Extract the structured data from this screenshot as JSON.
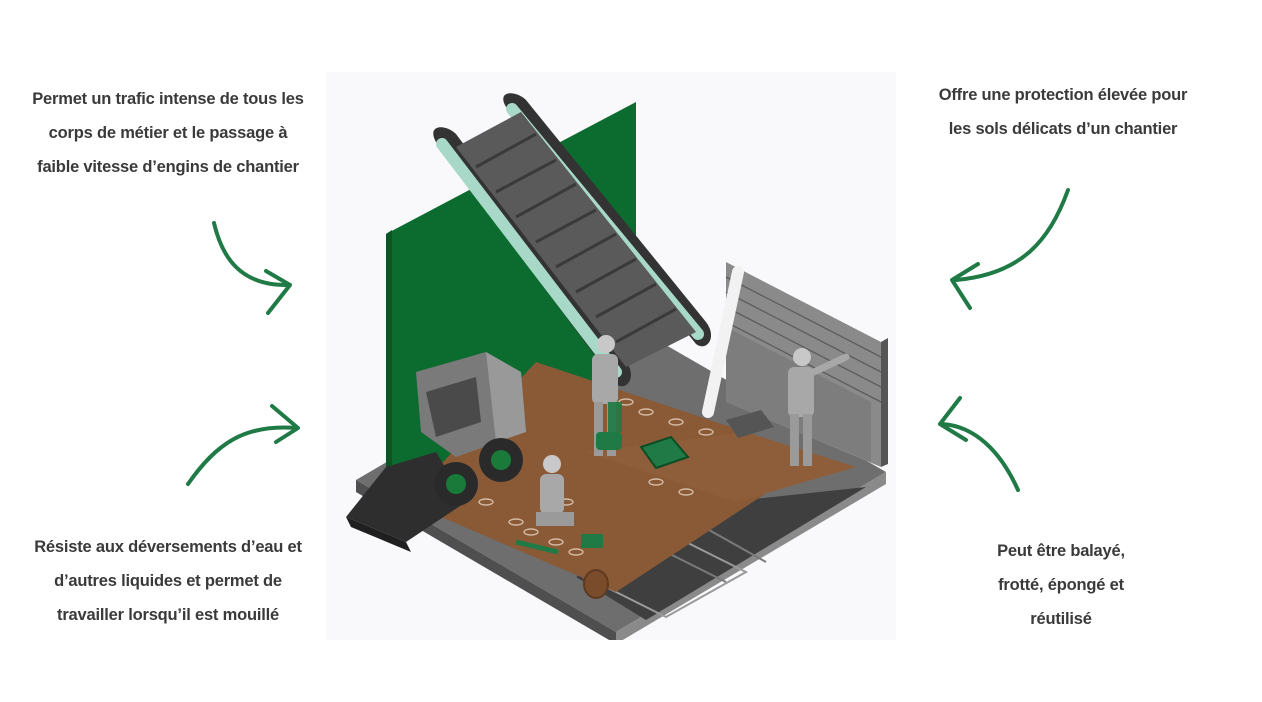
{
  "captions": {
    "top_left": [
      "Permet un trafic intense de tous les",
      "corps de métier et le passage à",
      "faible vitesse d’engins de chantier"
    ],
    "top_right": [
      "Offre une protection élevée pour",
      "les sols délicats d’un chantier"
    ],
    "bottom_left": [
      "Résiste aux déversements d’eau et",
      "d’autres liquides et permet de",
      "travailler lorsqu’il est mouillé"
    ],
    "bottom_right": [
      "Peut être balayé,",
      "frotté, épongé et",
      "réutilisé"
    ]
  },
  "colors": {
    "text": "#3a3a3a",
    "arrow_green": "#1f7a45",
    "wall_green": "#0c6b2e",
    "floor_protection_brown": "#8a5a36"
  },
  "icons": {
    "arrow": "curved-arrow-icon"
  }
}
